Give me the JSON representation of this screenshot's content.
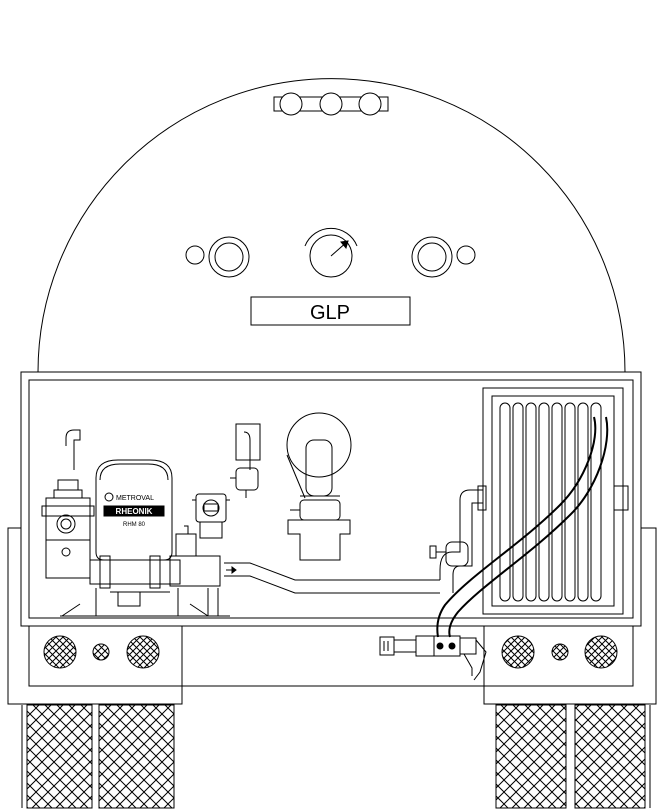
{
  "tank": {
    "label": "GLP"
  },
  "meter": {
    "brand": "RHEONIK",
    "maker": "METROVAL",
    "model": "RHM 80"
  },
  "colors": {
    "stroke": "#000000",
    "background": "#ffffff"
  },
  "icons": {
    "pressure_gauge": "pressure-gauge-icon",
    "hose_reel": "hose-reel-icon",
    "nozzle": "nozzle-icon"
  }
}
